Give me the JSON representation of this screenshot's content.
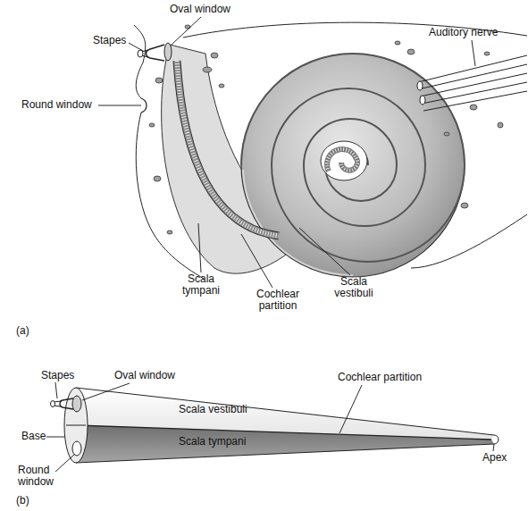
{
  "diagram": {
    "labels": [
      "Oval window",
      "Stapes",
      "Round window",
      "Auditory nerve",
      "Scala tympani",
      "Cochlear partition",
      "Scala vestibuli",
      "(a)",
      "Stapes",
      "Oval window",
      "Cochlear partition",
      "Scala vestibuli",
      "Scala tympani",
      "Base",
      "Round window",
      "Apex",
      "(b)"
    ]
  }
}
